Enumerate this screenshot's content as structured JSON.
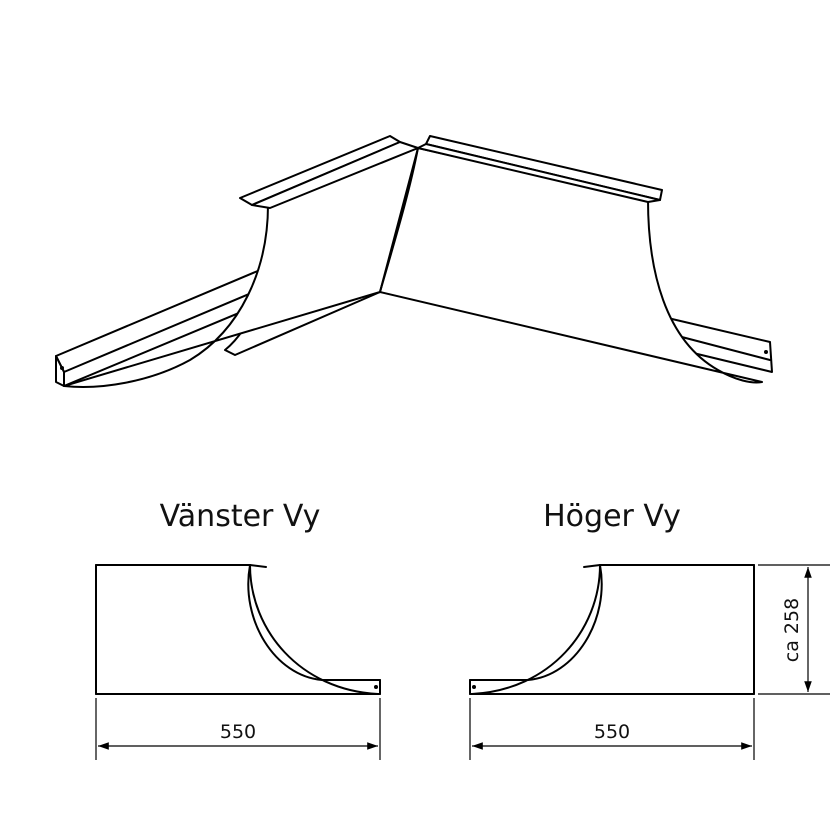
{
  "left_view": {
    "title": "Vänster Vy",
    "width_label": "550"
  },
  "right_view": {
    "title": "Höger Vy",
    "width_label": "550",
    "height_label": "ca 258"
  }
}
